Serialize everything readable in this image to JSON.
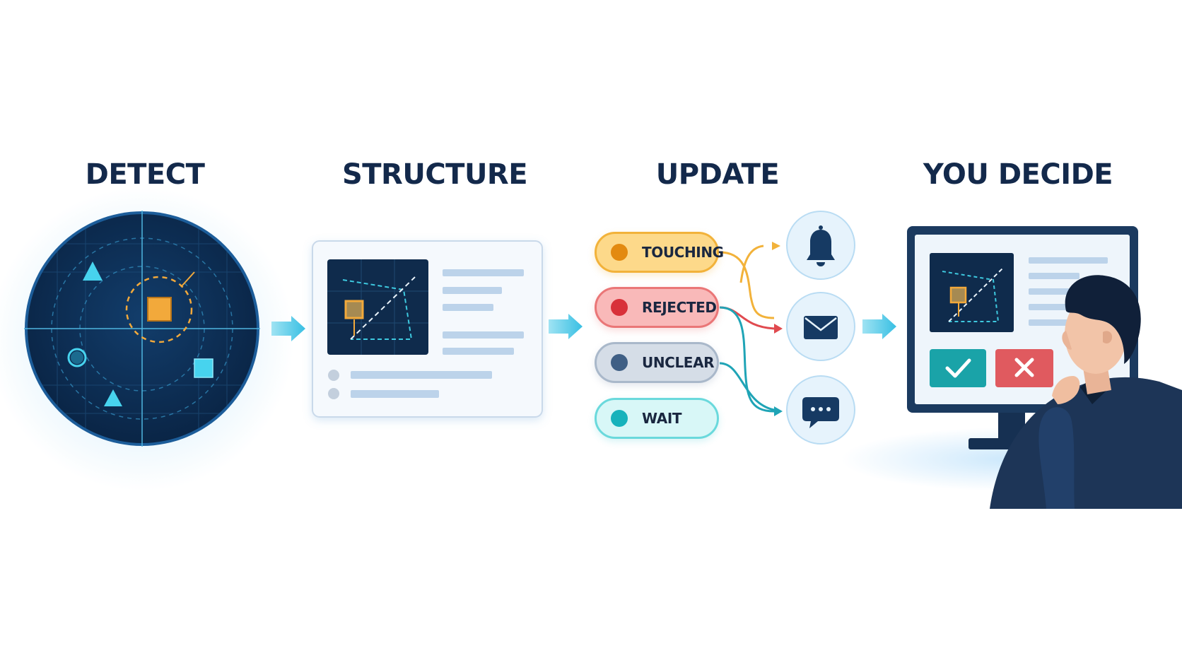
{
  "stages": [
    {
      "id": "detect",
      "title": "DETECT"
    },
    {
      "id": "structure",
      "title": "STRUCTURE"
    },
    {
      "id": "update",
      "title": "UPDATE"
    },
    {
      "id": "decide",
      "title": "YOU DECIDE"
    }
  ],
  "update_statuses": [
    {
      "label": "TOUCHING",
      "color": "#e38a10",
      "fill": "#fdd98a"
    },
    {
      "label": "REJECTED",
      "color": "#d8313a",
      "fill": "#f9b9b9"
    },
    {
      "label": "UNCLEAR",
      "color": "#3f5f85",
      "fill": "#d5dde7"
    },
    {
      "label": "WAIT",
      "color": "#17b2bb",
      "fill": "#d8f7f7"
    }
  ],
  "notification_channels": [
    "bell-icon",
    "envelope-icon",
    "chat-bubble-icon"
  ],
  "decision_buttons": [
    {
      "icon": "checkmark-icon",
      "color": "#1aa3a8"
    },
    {
      "icon": "x-mark-icon",
      "color": "#e05a5f"
    }
  ],
  "colors": {
    "title": "#13294b",
    "radar": "#0c2c52",
    "accent_cyan": "#3fc6e6",
    "highlight": "#f2a93b"
  }
}
